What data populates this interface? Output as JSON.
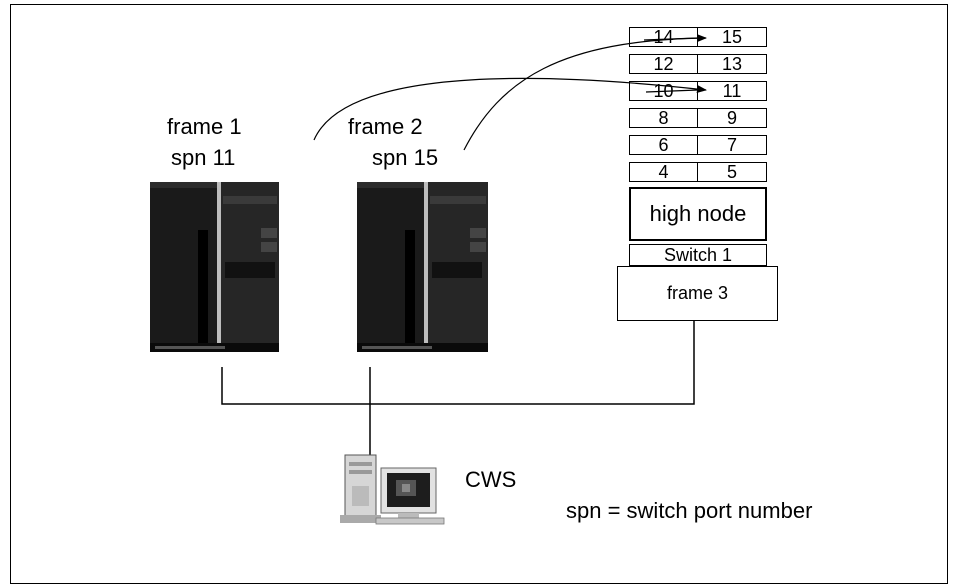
{
  "frame1": {
    "name": "frame 1",
    "spn": "spn 11"
  },
  "frame2": {
    "name": "frame 2",
    "spn": "spn 15"
  },
  "frame3": {
    "name": "frame 3",
    "switch": "Switch 1",
    "high_node": "high node",
    "rows": [
      [
        "14",
        "15"
      ],
      [
        "12",
        "13"
      ],
      [
        "10",
        "11"
      ],
      [
        "8",
        "9"
      ],
      [
        "6",
        "7"
      ],
      [
        "4",
        "5"
      ]
    ]
  },
  "cws": {
    "label": "CWS"
  },
  "legend": {
    "text": "spn = switch port number"
  },
  "colors": {
    "cabinet": "#1c1c1c",
    "cabinet_dark": "#0c0c0c",
    "cabinet_light": "#333333",
    "line": "#000000"
  }
}
